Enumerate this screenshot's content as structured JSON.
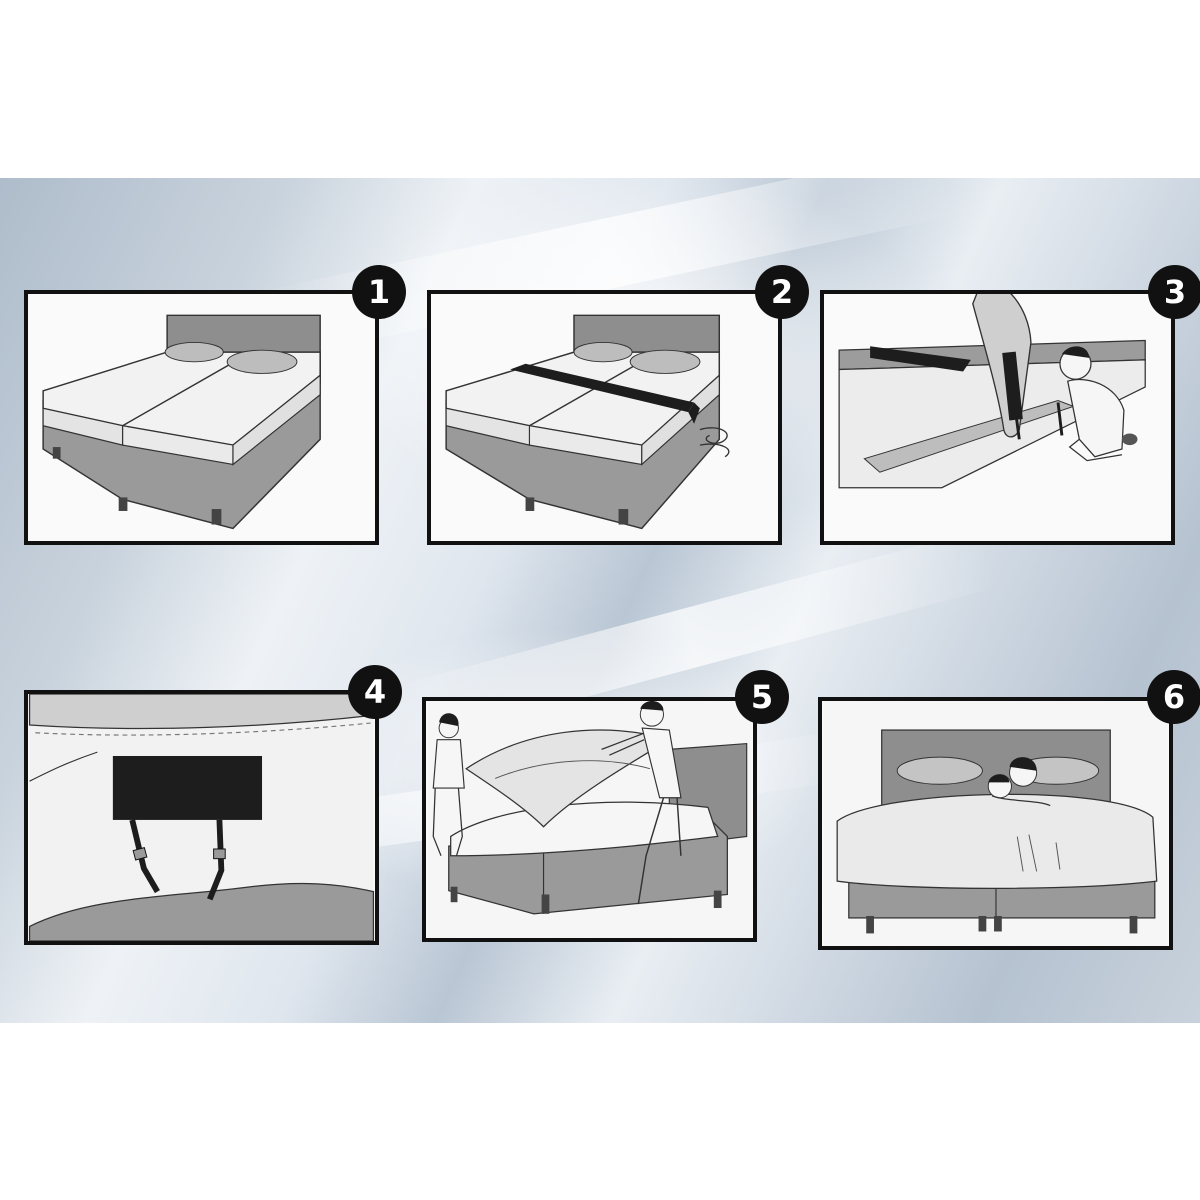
{
  "steps": [
    {
      "number": "1",
      "icon": "twin-beds-icon"
    },
    {
      "number": "2",
      "icon": "bed-strap-icon"
    },
    {
      "number": "3",
      "icon": "man-lifting-mattress-icon"
    },
    {
      "number": "4",
      "icon": "strap-buckle-closeup-icon"
    },
    {
      "number": "5",
      "icon": "couple-making-bed-icon"
    },
    {
      "number": "6",
      "icon": "couple-sleeping-icon"
    }
  ]
}
